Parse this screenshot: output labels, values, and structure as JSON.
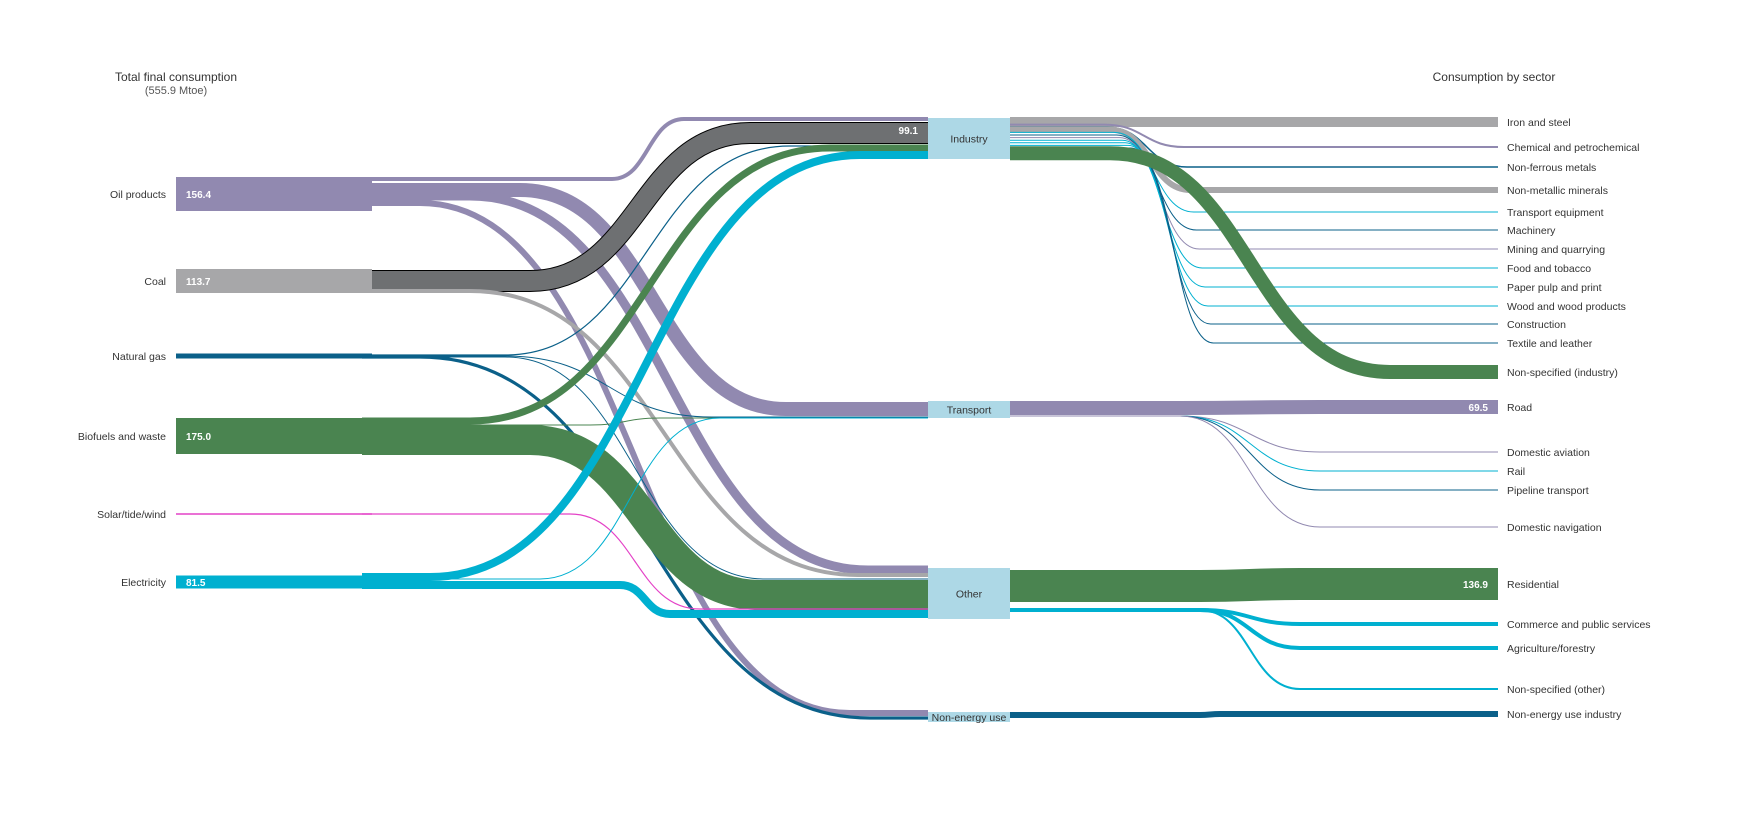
{
  "title": "Total final consumption",
  "subtitle": "(555.9 Mtoe)",
  "right_title": "Consumption by sector",
  "colors": {
    "oil": "#9189b0",
    "coal": "#a7a7a9",
    "coal_highlight": "#6e7072",
    "gas": "#0b6089",
    "bio": "#4a8450",
    "solar": "#e442c7",
    "elec": "#00b0d0",
    "hub": "#add8e6"
  },
  "sources": [
    {
      "name": "Oil products",
      "value_label": "156.4",
      "color_key": "oil"
    },
    {
      "name": "Coal",
      "value_label": "113.7",
      "color_key": "coal"
    },
    {
      "name": "Natural gas",
      "value_label": "",
      "color_key": "gas"
    },
    {
      "name": "Biofuels and waste",
      "value_label": "175.0",
      "color_key": "bio"
    },
    {
      "name": "Solar/tide/wind",
      "value_label": "",
      "color_key": "solar"
    },
    {
      "name": "Electricity",
      "value_label": "81.5",
      "color_key": "elec"
    }
  ],
  "hubs": [
    {
      "name": "Industry",
      "value_label": "99.1"
    },
    {
      "name": "Transport",
      "value_label": ""
    },
    {
      "name": "Other",
      "value_label": ""
    },
    {
      "name": "Non-energy use",
      "value_label": ""
    }
  ],
  "sectors": [
    {
      "name": "Iron and steel",
      "hub": "Industry",
      "value_label": ""
    },
    {
      "name": "Chemical and petrochemical",
      "hub": "Industry",
      "value_label": ""
    },
    {
      "name": "Non-ferrous metals",
      "hub": "Industry",
      "value_label": ""
    },
    {
      "name": "Non-metallic minerals",
      "hub": "Industry",
      "value_label": ""
    },
    {
      "name": "Transport equipment",
      "hub": "Industry",
      "value_label": ""
    },
    {
      "name": "Machinery",
      "hub": "Industry",
      "value_label": ""
    },
    {
      "name": "Mining and quarrying",
      "hub": "Industry",
      "value_label": ""
    },
    {
      "name": "Food and tobacco",
      "hub": "Industry",
      "value_label": ""
    },
    {
      "name": "Paper pulp and print",
      "hub": "Industry",
      "value_label": ""
    },
    {
      "name": "Wood and wood products",
      "hub": "Industry",
      "value_label": ""
    },
    {
      "name": "Construction",
      "hub": "Industry",
      "value_label": ""
    },
    {
      "name": "Textile and leather",
      "hub": "Industry",
      "value_label": ""
    },
    {
      "name": "Non-specified (industry)",
      "hub": "Industry",
      "value_label": ""
    },
    {
      "name": "Road",
      "hub": "Transport",
      "value_label": "69.5"
    },
    {
      "name": "Domestic aviation",
      "hub": "Transport",
      "value_label": ""
    },
    {
      "name": "Rail",
      "hub": "Transport",
      "value_label": ""
    },
    {
      "name": "Pipeline transport",
      "hub": "Transport",
      "value_label": ""
    },
    {
      "name": "Domestic navigation",
      "hub": "Transport",
      "value_label": ""
    },
    {
      "name": "Residential",
      "hub": "Other",
      "value_label": "136.9"
    },
    {
      "name": "Commerce and public services",
      "hub": "Other",
      "value_label": ""
    },
    {
      "name": "Agriculture/forestry",
      "hub": "Other",
      "value_label": ""
    },
    {
      "name": "Non-specified (other)",
      "hub": "Other",
      "value_label": ""
    },
    {
      "name": "Non-energy use industry",
      "hub": "Non-energy use",
      "value_label": ""
    }
  ],
  "flows": [
    {
      "from": "Oil products",
      "to": "Industry",
      "color_key": "oil",
      "value": 5
    },
    {
      "from": "Oil products",
      "to": "Transport",
      "color_key": "oil",
      "value": 69.5
    },
    {
      "from": "Oil products",
      "to": "Other",
      "color_key": "oil",
      "value": 15
    },
    {
      "from": "Oil products",
      "to": "Non-energy use",
      "color_key": "oil",
      "value": 10
    },
    {
      "from": "Coal",
      "to": "Industry",
      "color_key": "coal_highlight",
      "value": 99.1
    },
    {
      "from": "Coal",
      "to": "Other",
      "color_key": "coal",
      "value": 14
    },
    {
      "from": "Natural gas",
      "to": "Industry",
      "color_key": "gas",
      "value": 2
    },
    {
      "from": "Natural gas",
      "to": "Transport",
      "color_key": "gas",
      "value": 1
    },
    {
      "from": "Natural gas",
      "to": "Other",
      "color_key": "gas",
      "value": 1
    },
    {
      "from": "Natural gas",
      "to": "Non-energy use",
      "color_key": "gas",
      "value": 6
    },
    {
      "from": "Biofuels and waste",
      "to": "Industry",
      "color_key": "bio",
      "value": 10
    },
    {
      "from": "Biofuels and waste",
      "to": "Transport",
      "color_key": "bio",
      "value": 1
    },
    {
      "from": "Biofuels and waste",
      "to": "Other",
      "color_key": "bio",
      "value": 136.9
    },
    {
      "from": "Solar/tide/wind",
      "to": "Other",
      "color_key": "solar",
      "value": 0.5
    },
    {
      "from": "Electricity",
      "to": "Industry",
      "color_key": "elec",
      "value": 12
    },
    {
      "from": "Electricity",
      "to": "Transport",
      "color_key": "elec",
      "value": 1
    },
    {
      "from": "Electricity",
      "to": "Other",
      "color_key": "elec",
      "value": 18
    }
  ]
}
